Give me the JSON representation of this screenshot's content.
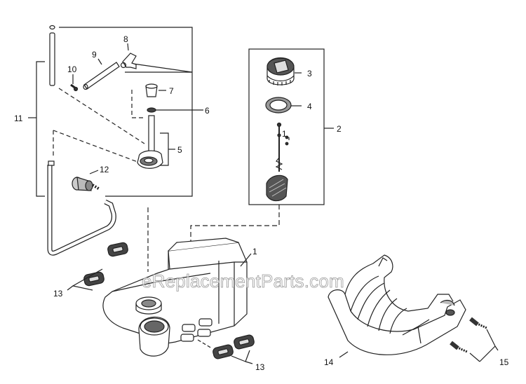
{
  "labels": {
    "p1": "1",
    "p2": "2",
    "p3": "3",
    "p4": "4",
    "p5": "5",
    "p6": "6",
    "p7": "7",
    "p8": "8",
    "p9": "9",
    "p10": "10",
    "p11": "11",
    "p12": "12",
    "p13a": "13",
    "p13b": "13",
    "p14": "14",
    "p15": "15",
    "p2_1": "1"
  },
  "watermark": "eReplacementParts.com"
}
